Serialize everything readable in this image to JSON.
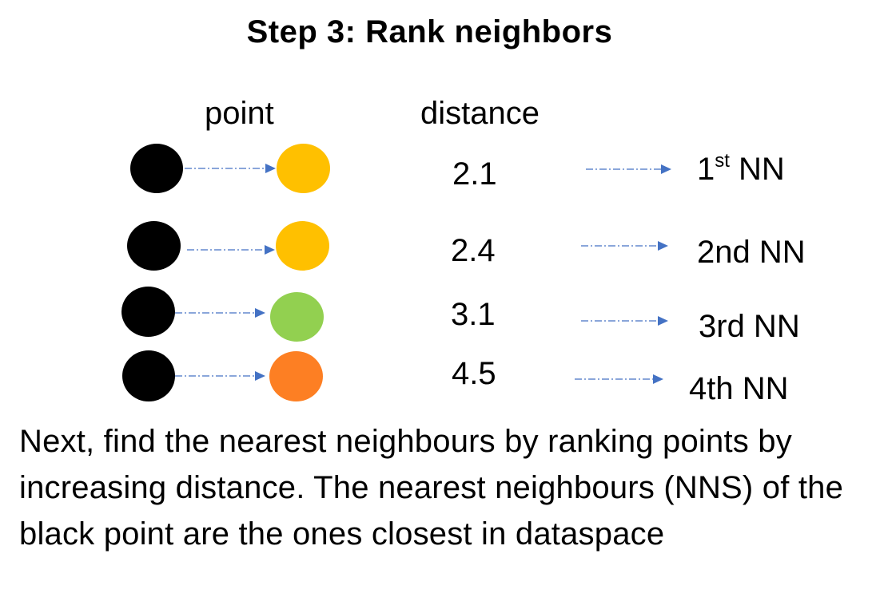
{
  "title": "Step 3: Rank neighbors",
  "headers": {
    "point": "point",
    "distance": "distance"
  },
  "colors": {
    "query_point": "#000000",
    "arrow": "#4472c4",
    "yellow": "#ffc000",
    "green": "#92d050",
    "orange": "#fd7f23"
  },
  "rows": [
    {
      "neighbor_color": "#ffc000",
      "distance": "2.1",
      "rank_main": "1",
      "rank_sup": "st",
      "rank_tail": " NN"
    },
    {
      "neighbor_color": "#ffc000",
      "distance": "2.4",
      "rank_main": "2nd NN",
      "rank_sup": "",
      "rank_tail": ""
    },
    {
      "neighbor_color": "#92d050",
      "distance": "3.1",
      "rank_main": "3rd NN",
      "rank_sup": "",
      "rank_tail": ""
    },
    {
      "neighbor_color": "#fd7f23",
      "distance": "4.5",
      "rank_main": "4th NN",
      "rank_sup": "",
      "rank_tail": ""
    }
  ],
  "caption": "Next, find the nearest neighbours by ranking points by increasing distance. The nearest neighbours (NNS) of the black point are the ones closest in dataspace"
}
